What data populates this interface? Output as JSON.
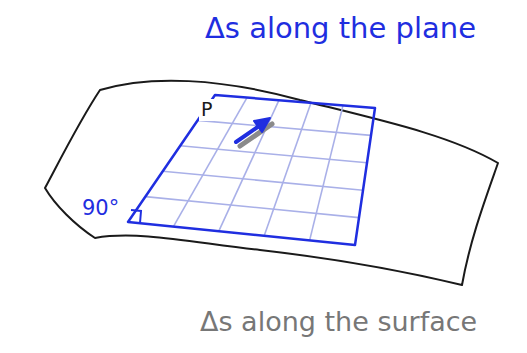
{
  "diagram": {
    "labels": [
      "Δs along the plane",
      "P",
      "90°",
      "Δs along the surface"
    ]
  }
}
